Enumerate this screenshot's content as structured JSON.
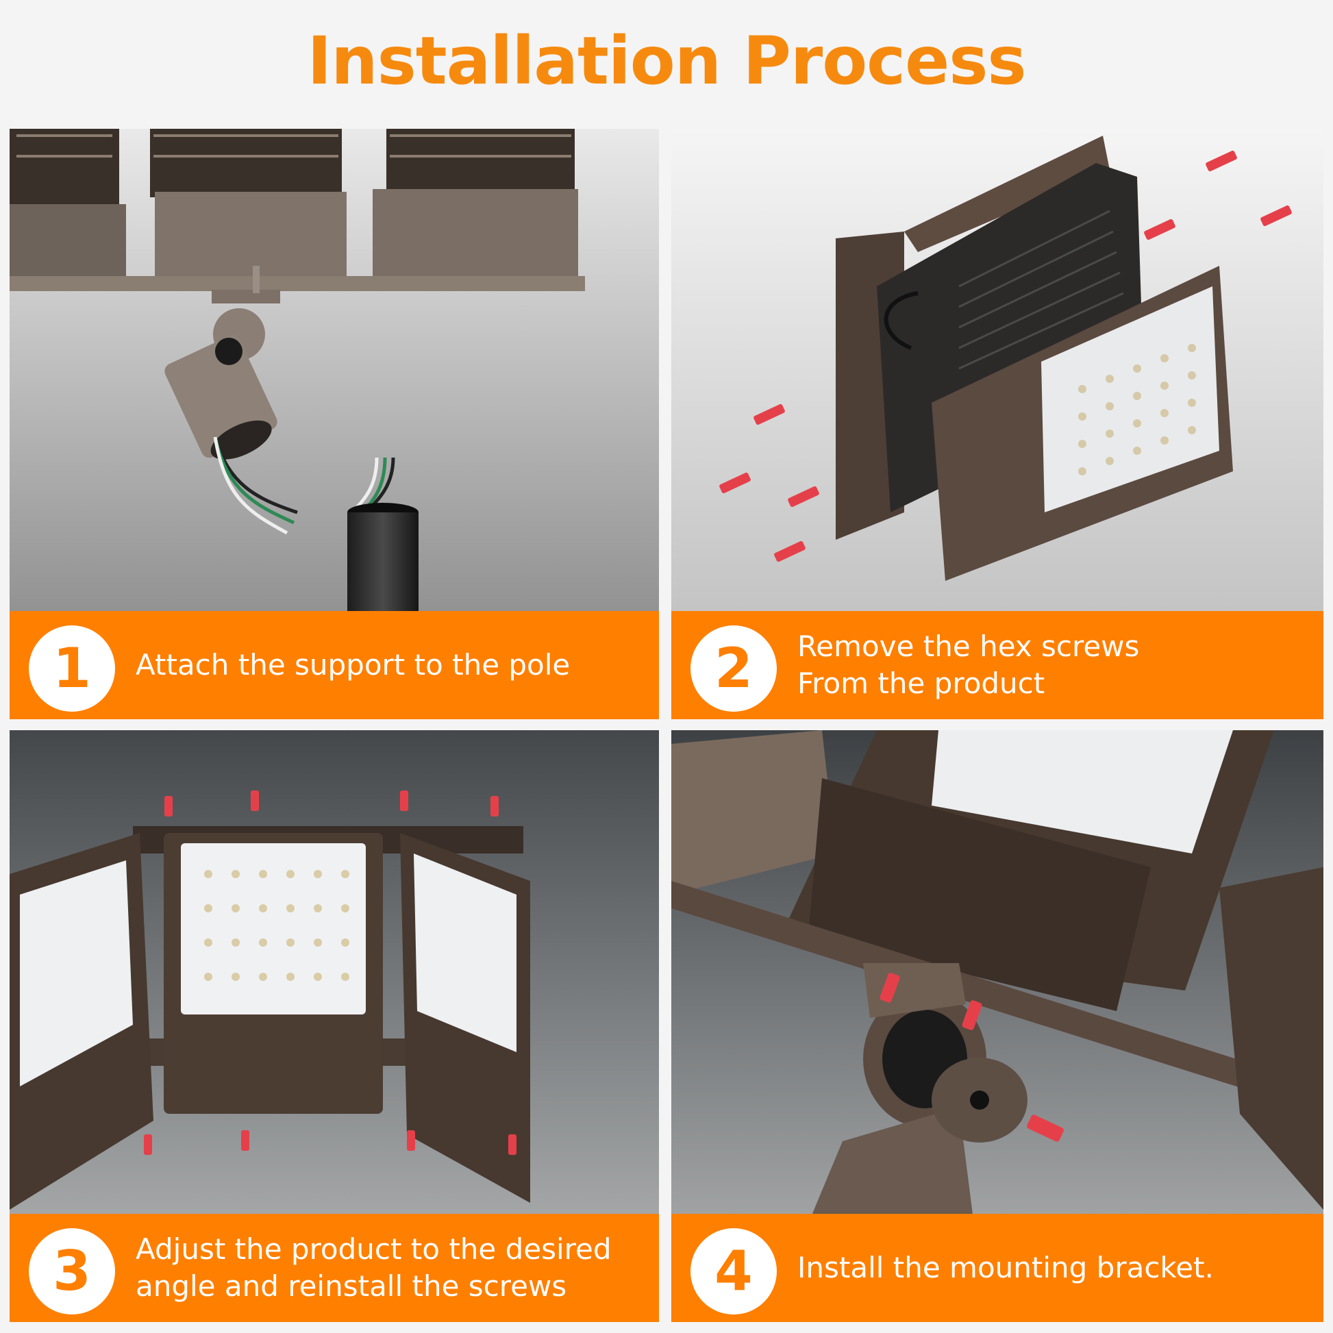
{
  "title": "Installation Process",
  "colors": {
    "accent": "#ff7f00",
    "title": "#f68a0f"
  },
  "steps": [
    {
      "number": "1",
      "lines": [
        "Attach the support to the pole"
      ]
    },
    {
      "number": "2",
      "lines": [
        "Remove the hex screws",
        "From the product"
      ]
    },
    {
      "number": "3",
      "lines": [
        "Adjust the product to the desired",
        "angle and reinstall the screws"
      ]
    },
    {
      "number": "4",
      "lines": [
        "Install the mounting bracket."
      ]
    }
  ]
}
